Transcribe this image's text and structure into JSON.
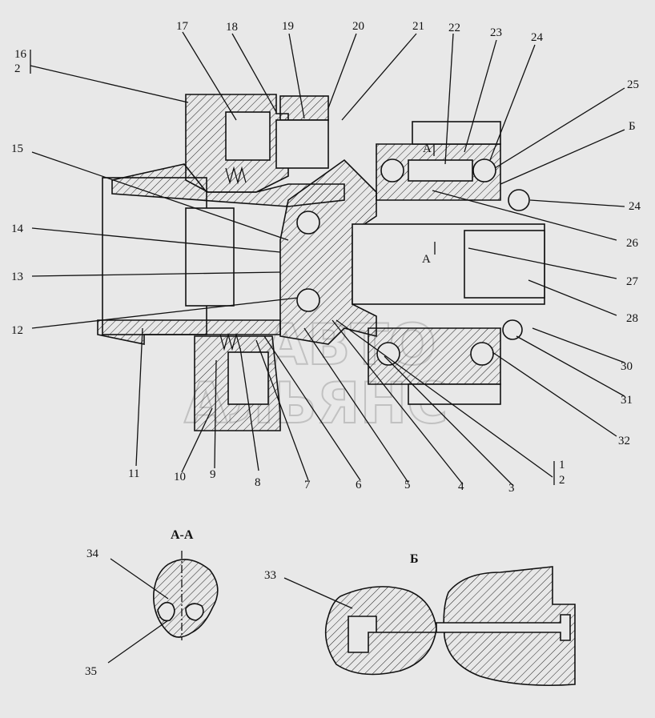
{
  "callouts": {
    "c1": "1",
    "c2": "2",
    "c3": "3",
    "c4": "4",
    "c5": "5",
    "c6": "6",
    "c7": "7",
    "c8": "8",
    "c9": "9",
    "c10": "10",
    "c11": "11",
    "c12": "12",
    "c13": "13",
    "c14": "14",
    "c15": "15",
    "c16": "16",
    "c17": "17",
    "c18": "18",
    "c19": "19",
    "c20": "20",
    "c21": "21",
    "c22": "22",
    "c23": "23",
    "c24": "24",
    "c25": "25",
    "c26": "26",
    "c27": "27",
    "c28": "28",
    "c30": "30",
    "c31": "31",
    "c32": "32",
    "c33": "33",
    "c34": "34",
    "c35": "35"
  },
  "fraction_top_left": {
    "num": "16",
    "den": "2"
  },
  "fraction_bottom_right": {
    "num": "1",
    "den": "2"
  },
  "section_marks": {
    "a_upper": "А",
    "a_lower": "А",
    "b_mark": "Б"
  },
  "detail_titles": {
    "section_aa": "А-А",
    "view_b": "Б"
  },
  "watermark": {
    "line1": "АВТО",
    "line2": "АЛЬЯНС"
  }
}
